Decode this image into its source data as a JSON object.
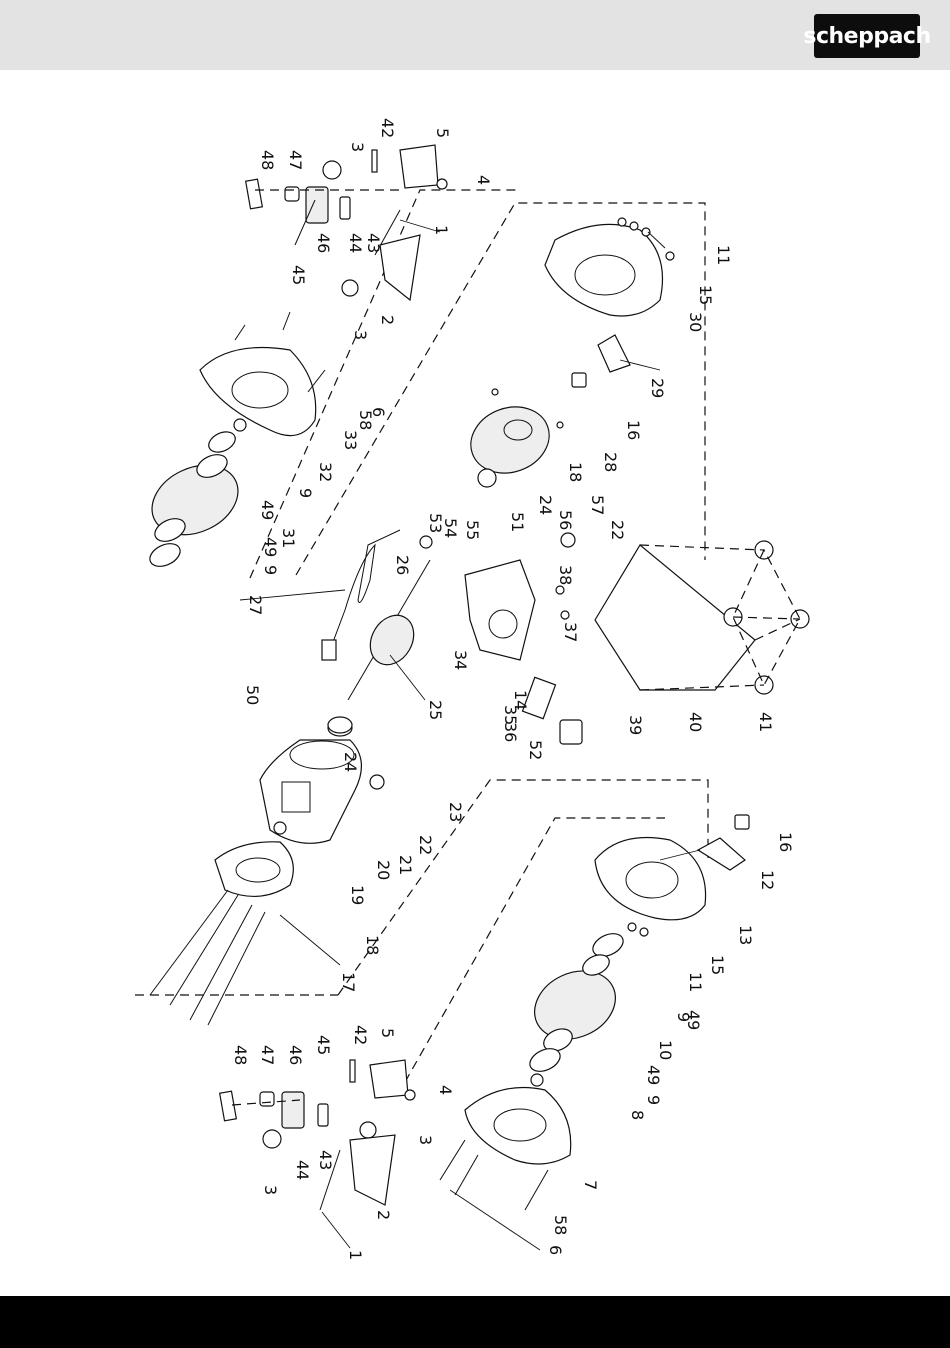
{
  "header": {
    "brand": "scheppach",
    "background": "#e3e3e3",
    "logo_bg": "#0d0d0d"
  },
  "footer": {
    "background": "#000000"
  },
  "callouts": {
    "c48a": "48",
    "c47a": "47",
    "c3a": "3",
    "c42a": "42",
    "c5a": "5",
    "c4a": "4",
    "c45a": "45",
    "c46a": "46",
    "c44a": "44",
    "c43a": "43",
    "c1a": "1",
    "c3b": "3",
    "c2a": "2",
    "c11a": "11",
    "c15a": "15",
    "c30": "30",
    "c29": "29",
    "c16a": "16",
    "c6a": "6",
    "c58a": "58",
    "c33": "33",
    "c32": "32",
    "c9a": "9",
    "c49a": "49",
    "c31": "31",
    "c49b": "49",
    "c9b": "9",
    "c18a": "18",
    "c28": "28",
    "c24a": "24",
    "c27": "27",
    "c26": "26",
    "c53": "53",
    "c54": "54",
    "c55": "55",
    "c51": "51",
    "c56": "56",
    "c57": "57",
    "c22a": "22",
    "c38": "38",
    "c37": "37",
    "c34": "34",
    "c25": "25",
    "c50": "50",
    "c24b": "24",
    "c14": "14",
    "c35": "35",
    "c36": "36",
    "c52": "52",
    "c39": "39",
    "c40": "40",
    "c41": "41",
    "c23": "23",
    "c22b": "22",
    "c21": "21",
    "c20": "20",
    "c19": "19",
    "c18b": "18",
    "c17": "17",
    "c16b": "16",
    "c12": "12",
    "c13": "13",
    "c15b": "15",
    "c11b": "11",
    "c9c": "9",
    "c49c": "49",
    "c10": "10",
    "c49d": "49",
    "c9d": "9",
    "c8": "8",
    "c7": "7",
    "c58b": "58",
    "c6b": "6",
    "c2b": "2",
    "c3c": "3",
    "c1b": "1",
    "c44b": "44",
    "c43b": "43",
    "c3d": "3",
    "c48b": "48",
    "c47b": "47",
    "c46b": "46",
    "c45b": "45",
    "c42b": "42",
    "c5b": "5",
    "c4b": "4"
  }
}
